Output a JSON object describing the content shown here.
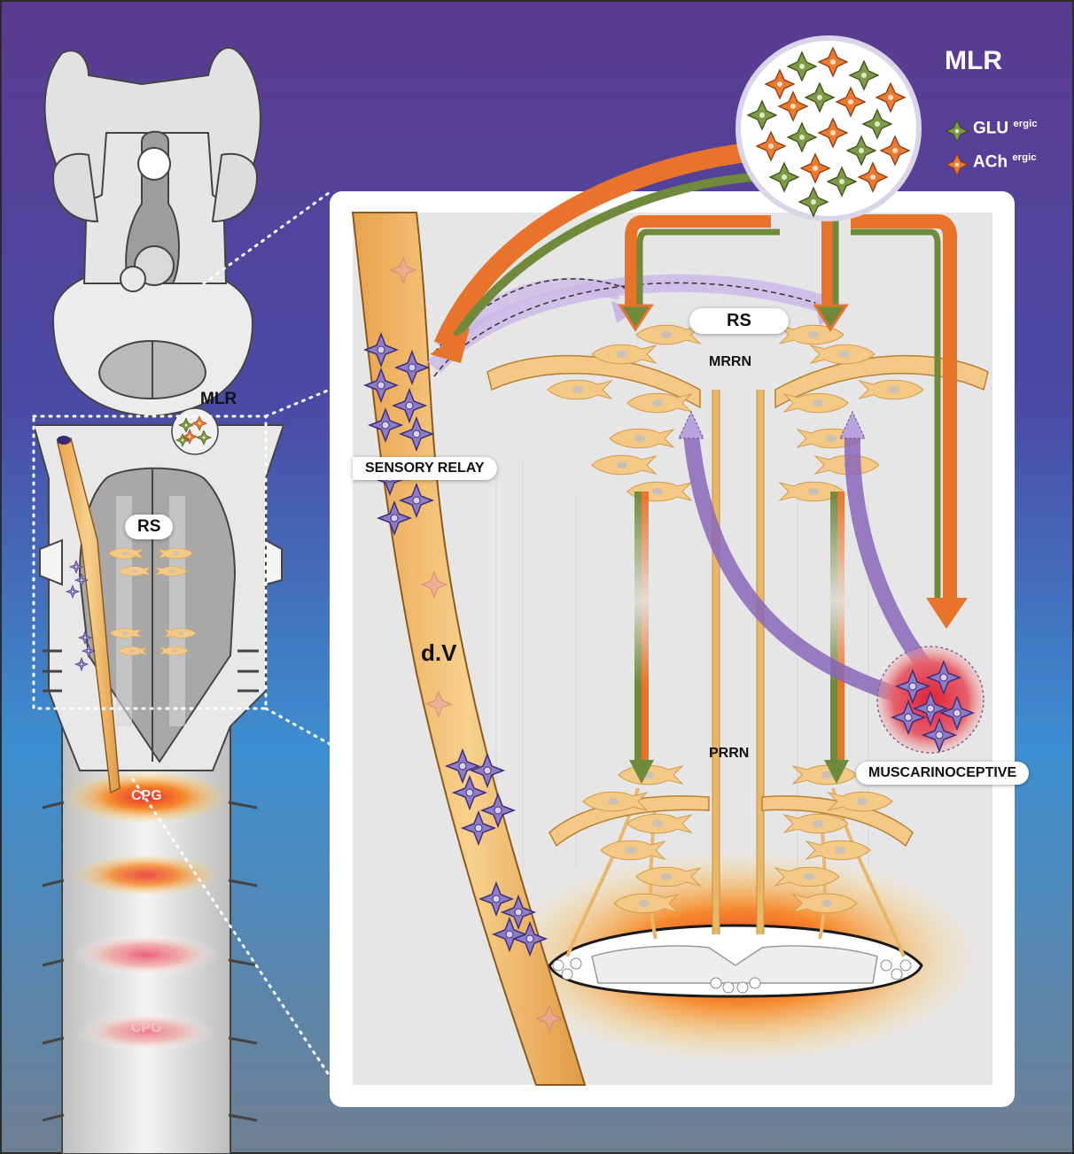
{
  "labels": {
    "mlr_main": "MLR",
    "mlr_small": "MLR",
    "glu_base": "GLU",
    "glu_sup": "ergic",
    "ach_base": "ACh",
    "ach_sup": "ergic",
    "rs_small": "RS",
    "rs_main": "RS",
    "mrrn": "MRRN",
    "prrn": "PRRN",
    "sensory_relay": "SENSORY RELAY",
    "dv": "d.V",
    "muscarinoceptive": "MUSCARINOCEPTIVE",
    "cpg": "CPG",
    "cpg_lower": "CPG"
  },
  "colors": {
    "frame_top": "#5a3a8c",
    "frame_bottom": "#4e9ad0",
    "glutamatergic": "#6f8a3a",
    "cholinergic": "#e8732a",
    "muscarinic": "#8a66b8",
    "cpg_glow": "#e8502a",
    "neuron": "#f2c77e"
  }
}
